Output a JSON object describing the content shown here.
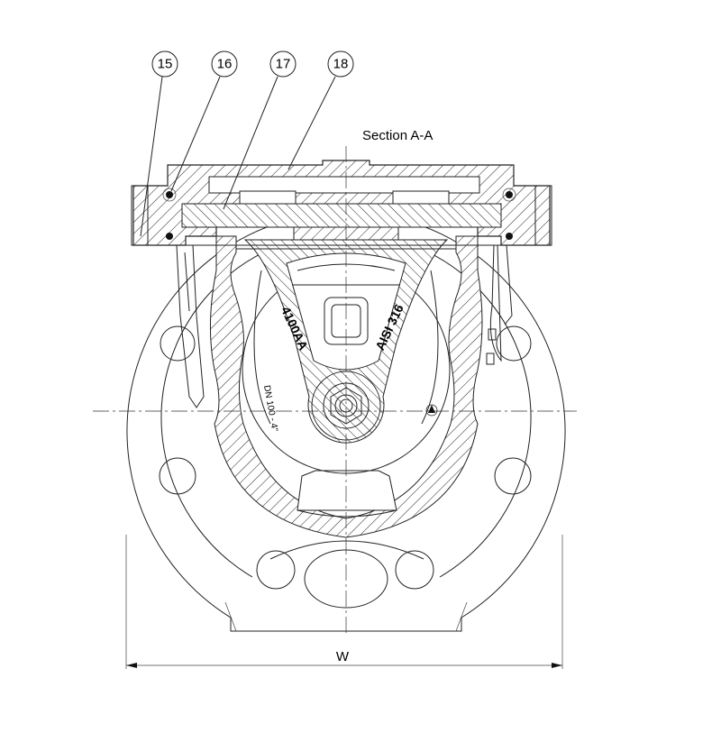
{
  "title": "Section A-A",
  "callouts": [
    {
      "number": "15"
    },
    {
      "number": "16"
    },
    {
      "number": "17"
    },
    {
      "number": "18"
    }
  ],
  "markings": {
    "model": "4100AA",
    "material": "AISI 316",
    "size": "DN 100 - 4\""
  },
  "dimension": {
    "label": "W"
  }
}
